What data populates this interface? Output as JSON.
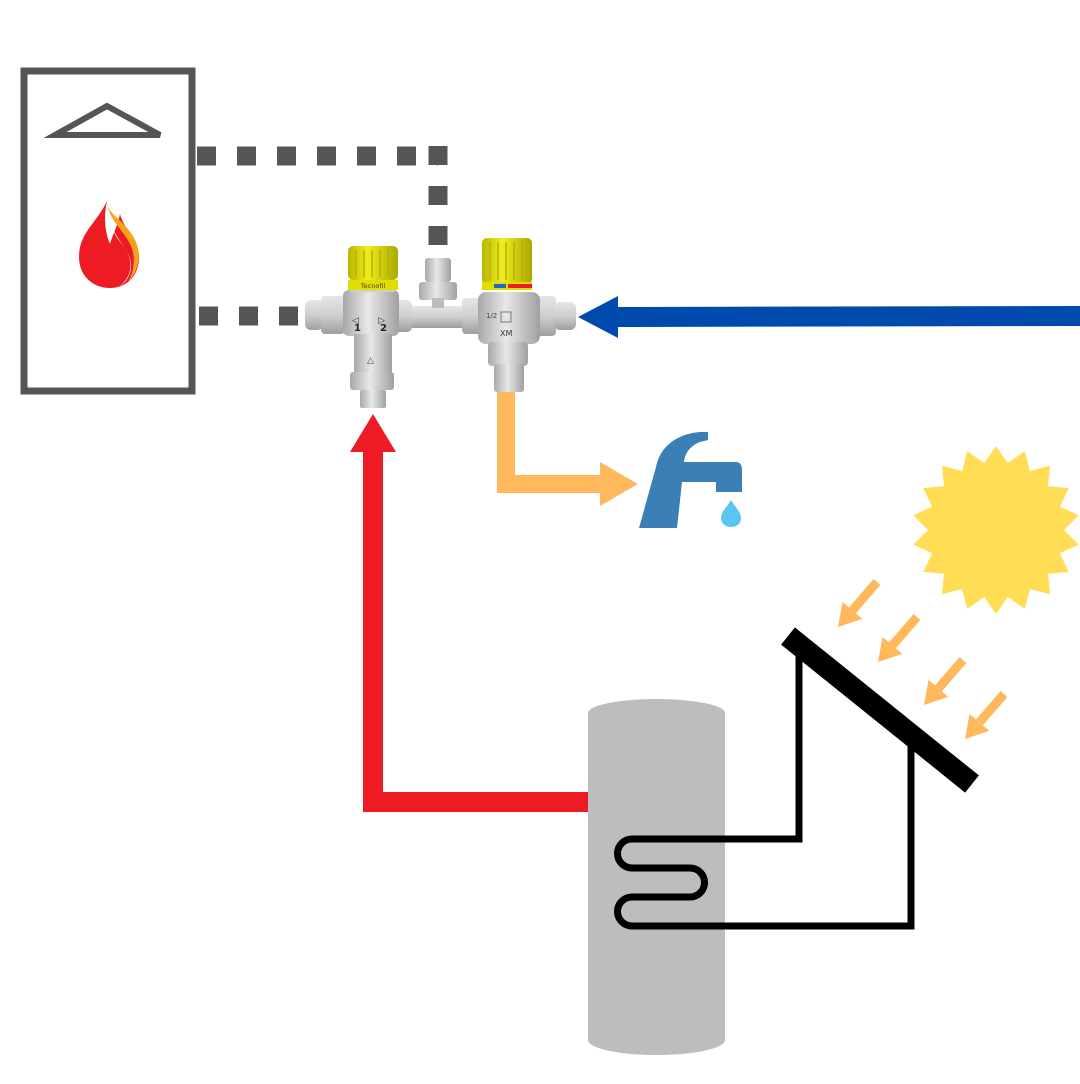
{
  "valve_left": {
    "brand_label": "Tecnofil",
    "port_1": "1",
    "port_2": "2"
  },
  "valve_right": {
    "model_label": "XM",
    "side_label": "1/2"
  },
  "colors": {
    "boiler_outline": "#555555",
    "dotted_line": "#555555",
    "cold_water": "#004aad",
    "hot_water": "#ed1c24",
    "mixed_water": "#ffb85c",
    "tap": "#3a7fb6",
    "water_drop": "#5bc4ef",
    "sun": "#ffdd55",
    "sun_rays": "#ffb85c",
    "tank": "#bcbdbc",
    "valve_knob": "#e2dd00",
    "valve_body": "#c8c8c8",
    "solar_circuit": "#000000"
  },
  "icons": [
    "boiler-icon",
    "flame-icon",
    "tap-icon",
    "water-drop-icon",
    "sun-icon",
    "solar-panel-icon",
    "storage-tank-icon",
    "mixing-valve-icon"
  ]
}
